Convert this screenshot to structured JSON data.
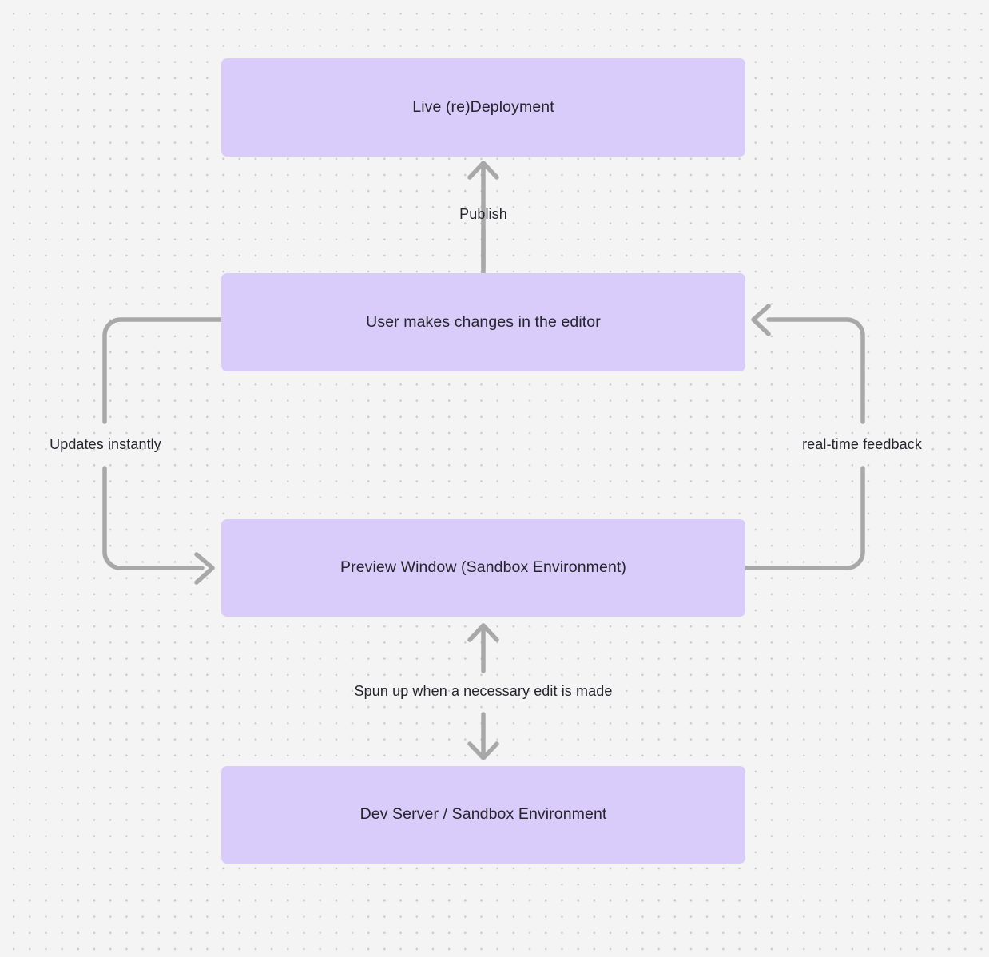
{
  "diagram": {
    "type": "flowchart",
    "background_color": "#f4f4f4",
    "dot_grid_color": "#c9c9c9",
    "node_fill_color": "#d9ccfb",
    "node_text_color": "#26252b",
    "edge_color": "#a8a8a8",
    "edge_label_color": "#26252b",
    "nodes": [
      {
        "id": "live-deployment",
        "label": "Live (re)Deployment"
      },
      {
        "id": "user-changes",
        "label": "User makes changes in the editor"
      },
      {
        "id": "preview-window",
        "label": "Preview Window (Sandbox Environment)"
      },
      {
        "id": "dev-server",
        "label": "Dev Server / Sandbox Environment"
      }
    ],
    "edges": [
      {
        "id": "publish",
        "label": "Publish",
        "from": "user-changes",
        "to": "live-deployment",
        "direction": "up"
      },
      {
        "id": "updates-instantly",
        "label": "Updates instantly",
        "from": "user-changes",
        "to": "preview-window",
        "direction": "left-loop-down"
      },
      {
        "id": "real-time-feedback",
        "label": "real-time feedback",
        "from": "preview-window",
        "to": "user-changes",
        "direction": "right-loop-up"
      },
      {
        "id": "spun-up",
        "label": "Spun up when a necessary edit is made",
        "from": "preview-window",
        "to": "dev-server",
        "direction": "bidirectional-vertical"
      }
    ]
  }
}
